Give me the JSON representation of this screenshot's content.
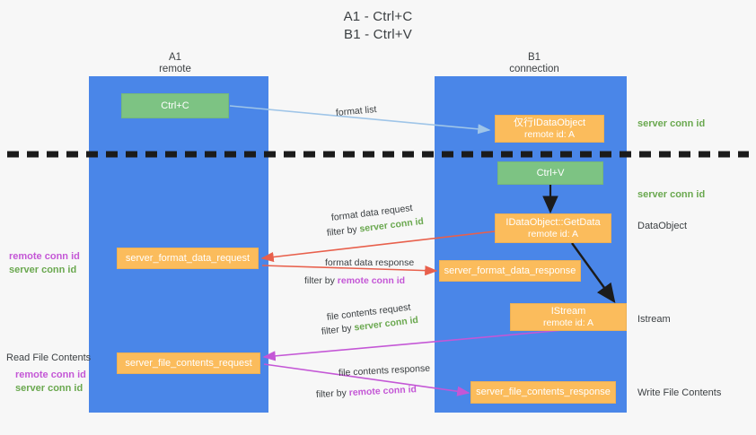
{
  "title": {
    "line1": "A1 - Ctrl+C",
    "line2": "B1 - Ctrl+V"
  },
  "columns": [
    {
      "name": "A1",
      "role": "remote"
    },
    {
      "name": "B1",
      "role": "connection"
    }
  ],
  "nodes": {
    "ctrl_c": {
      "label": "Ctrl+C"
    },
    "data_object_remote": {
      "line1": "仅行IDataObject",
      "line2": "remote id: A"
    },
    "ctrl_v": {
      "label": "Ctrl+V"
    },
    "get_data": {
      "line1": "IDataObject::GetData",
      "line2": "remote id: A"
    },
    "server_format_data_request": {
      "label": "server_format_data_request"
    },
    "server_format_data_response": {
      "label": "server_format_data_response"
    },
    "istream": {
      "line1": "IStream",
      "line2": "remote id: A"
    },
    "server_file_contents_request": {
      "label": "server_file_contents_request"
    },
    "server_file_contents_response": {
      "label": "server_file_contents_response"
    }
  },
  "edges": {
    "format_list": {
      "label": "format list"
    },
    "format_data_request": {
      "line1": "format data request",
      "filter_prefix": "filter by ",
      "filter_key": "server conn id"
    },
    "format_data_response": {
      "line1": "format data response",
      "filter_prefix": "filter by ",
      "filter_key": "remote conn id"
    },
    "file_contents_request": {
      "line1": "file contents request",
      "filter_prefix": "filter by ",
      "filter_key": "server conn id"
    },
    "file_contents_response": {
      "line1": "file contents response",
      "filter_prefix": "filter by ",
      "filter_key": "remote conn id"
    }
  },
  "right_labels": {
    "server_conn_id_top": "server conn id",
    "server_conn_id_mid": "server conn id",
    "data_object": "DataObject",
    "istream": "Istream",
    "write_file_contents": "Write File Contents"
  },
  "left_labels": {
    "remote_conn_id_mid": "remote conn id",
    "server_conn_id_mid": "server conn id",
    "read_file_contents": "Read File Contents",
    "remote_conn_id_low": "remote conn id",
    "server_conn_id_low": "server conn id"
  },
  "colors": {
    "lane": "#4a86e8",
    "green_node": "#7dc383",
    "orange_node": "#fbbc5c",
    "arrow_blue": "#9fc5e8",
    "arrow_red": "#e8604c",
    "arrow_magenta": "#c457d6",
    "arrow_black": "#1b1b1b",
    "divider": "#1b1b1b",
    "text": "#3c4043",
    "background": "#f7f7f7"
  }
}
